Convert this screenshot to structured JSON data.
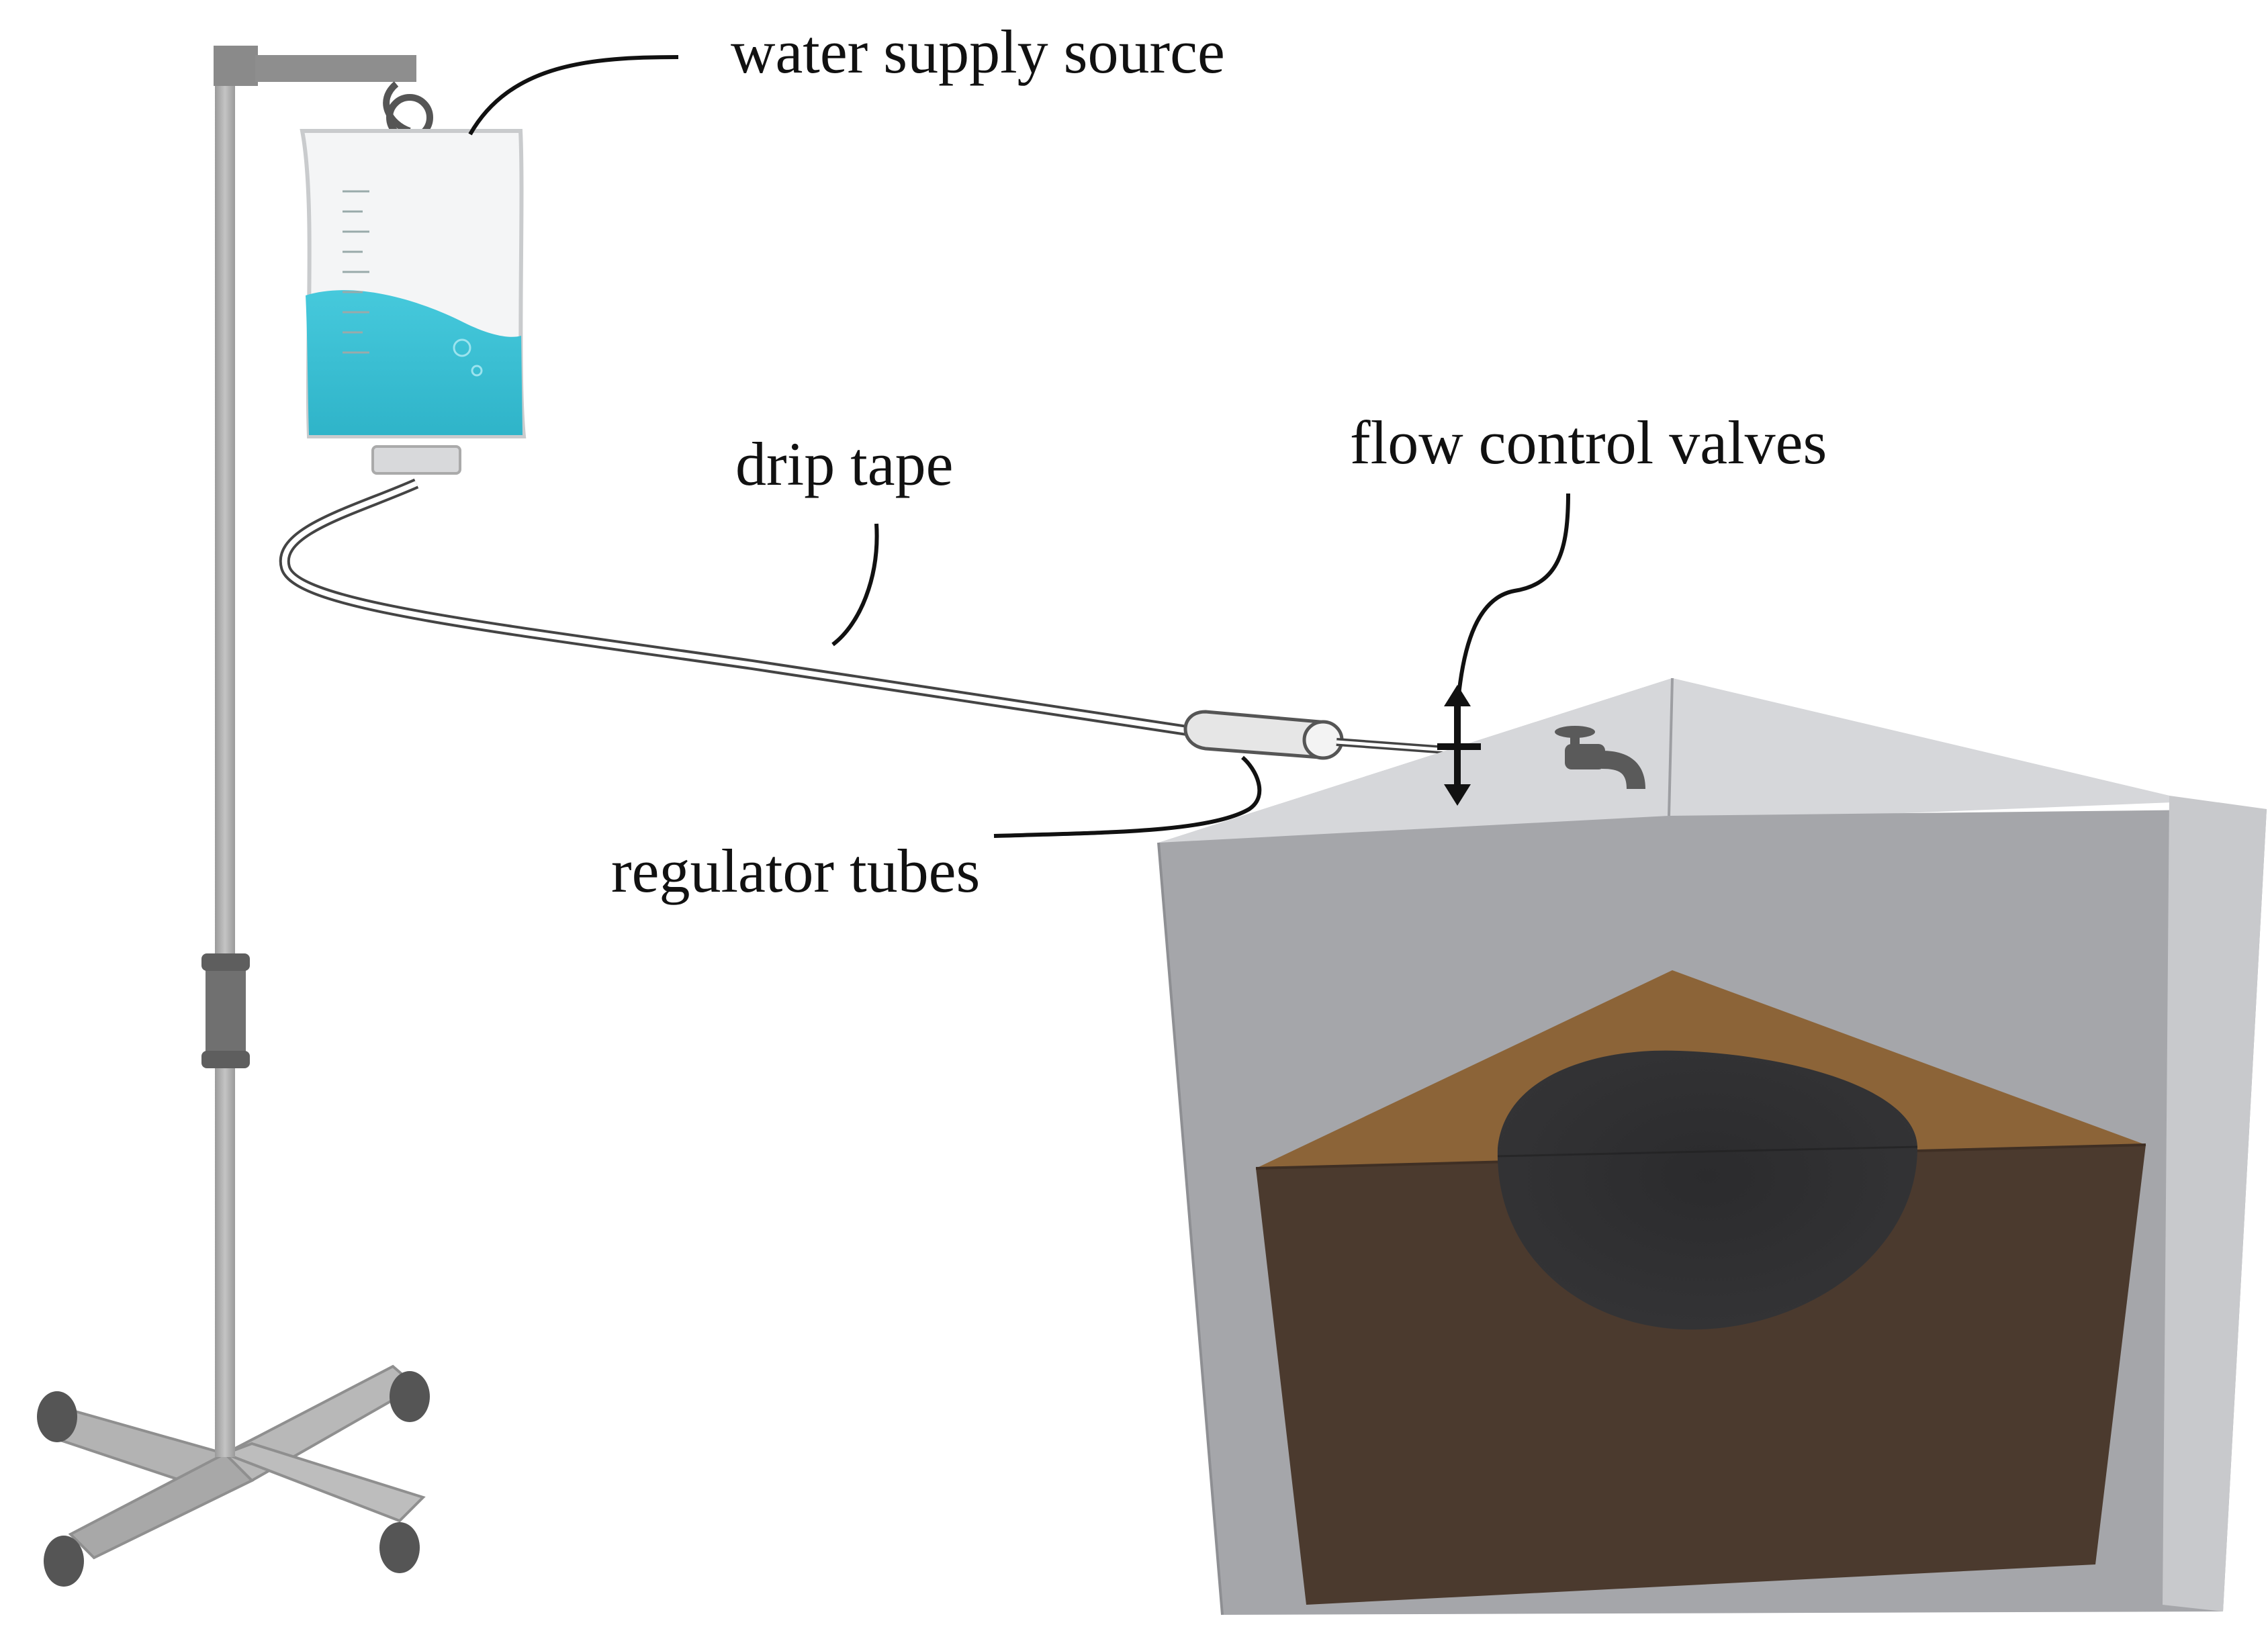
{
  "labels": {
    "water_supply_source": "water supply source",
    "drip_tape": "drip tape",
    "flow_control_valves": "flow control valves",
    "regulator_tubes": "regulator tubes"
  },
  "colors": {
    "stand_metal": "#a9a9a9",
    "stand_dark": "#6e6e6e",
    "water": "#3cc3d6",
    "bag": "#f4f5f6",
    "container_wall": "#a6a7ab",
    "container_inner": "#bcbdc1",
    "soil_top": "#8c6438",
    "soil_front": "#4b3a2e",
    "wetting_zone": "#2e2e30",
    "tube": "#555555",
    "text": "#111111"
  },
  "icons": [
    "iv-stand-icon",
    "water-bag-icon",
    "faucet-icon",
    "valve-arrow-icon",
    "regulator-tube-icon"
  ]
}
